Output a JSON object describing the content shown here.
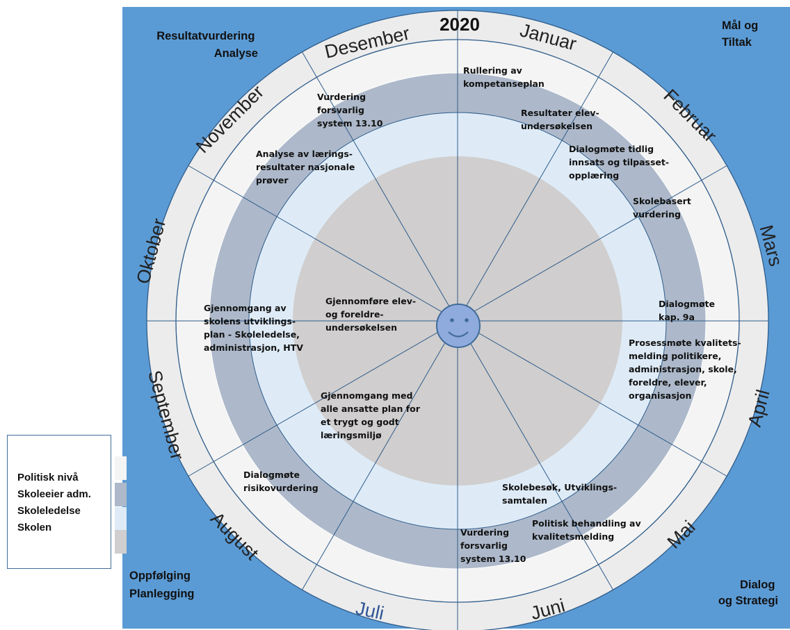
{
  "year": "2020",
  "corners": {
    "top_left": [
      "Resultatvurdering",
      "Analyse"
    ],
    "top_right": [
      "Mål og",
      "Tiltak"
    ],
    "bottom_left": [
      "Oppfølging",
      "Planlegging"
    ],
    "bottom_right": [
      "Dialog",
      "og Strategi"
    ]
  },
  "months": [
    "Januar",
    "Februar",
    "Mars",
    "April",
    "Mai",
    "Juni",
    "Juli",
    "August",
    "September",
    "Oktober",
    "November",
    "Desember"
  ],
  "activities": [
    {
      "id": "rullering",
      "lines": [
        "Rullering av",
        "kompetanseplan"
      ]
    },
    {
      "id": "resultater-elev",
      "lines": [
        "Resultater elev-",
        "undersøkelsen"
      ]
    },
    {
      "id": "dialogmote-tidlig",
      "lines": [
        "Dialogmøte tidlig",
        "innsats og tilpasset-",
        "opplæring"
      ]
    },
    {
      "id": "skolebasert",
      "lines": [
        "Skolebasert",
        "vurdering"
      ]
    },
    {
      "id": "dialogmote-9a",
      "lines": [
        "Dialogmøte",
        "kap. 9a"
      ]
    },
    {
      "id": "prosessmote",
      "lines": [
        "Prosessmøte kvalitets-",
        "melding politikere,",
        "administrasjon, skole,",
        "foreldre, elever,",
        "organisasjon"
      ]
    },
    {
      "id": "skolebesok",
      "lines": [
        "Skolebesøk, Utviklings-",
        "samtalen"
      ]
    },
    {
      "id": "politisk-behandling",
      "lines": [
        "Politisk behandling av",
        "kvalitetsmelding"
      ]
    },
    {
      "id": "vurdering-juli",
      "lines": [
        "Vurdering",
        "forsvarlig",
        "system 13.10"
      ]
    },
    {
      "id": "dialogmote-risiko",
      "lines": [
        "Dialogmøte",
        "risikovurdering"
      ]
    },
    {
      "id": "gjennomgang-ansatte",
      "lines": [
        "Gjennomgang med",
        "alle ansatte plan for",
        "et trygt og godt",
        "læringsmiljø"
      ]
    },
    {
      "id": "gjennomgang-utvikling",
      "lines": [
        "Gjennomgang av",
        "skolens utviklings-",
        "plan - Skoleledelse,",
        "administrasjon, HTV"
      ]
    },
    {
      "id": "gjennomfore",
      "lines": [
        "Gjennomføre elev-",
        "og foreldre-",
        "undersøkelsen"
      ]
    },
    {
      "id": "analyse",
      "lines": [
        "Analyse av lærings-",
        "resultater nasjonale",
        "prøver"
      ]
    },
    {
      "id": "vurdering-des",
      "lines": [
        "Vurdering",
        "forsvarlig",
        "system 13.10"
      ]
    }
  ],
  "legend": {
    "items": [
      "Politisk nivå",
      "Skoleeier adm.",
      "Skoleledelse",
      "Skolen"
    ]
  },
  "colors": {
    "background": "#5b9bd5",
    "month_ring": "#ececec",
    "political_ring": "#f4f4f4",
    "owner_ring": "#adb9ca",
    "leadership_ring": "#deebf7",
    "school_core": "#d0cece",
    "smiley": "#8faadc",
    "line": "#2e5c8a",
    "juli_text": "#2f5597"
  }
}
